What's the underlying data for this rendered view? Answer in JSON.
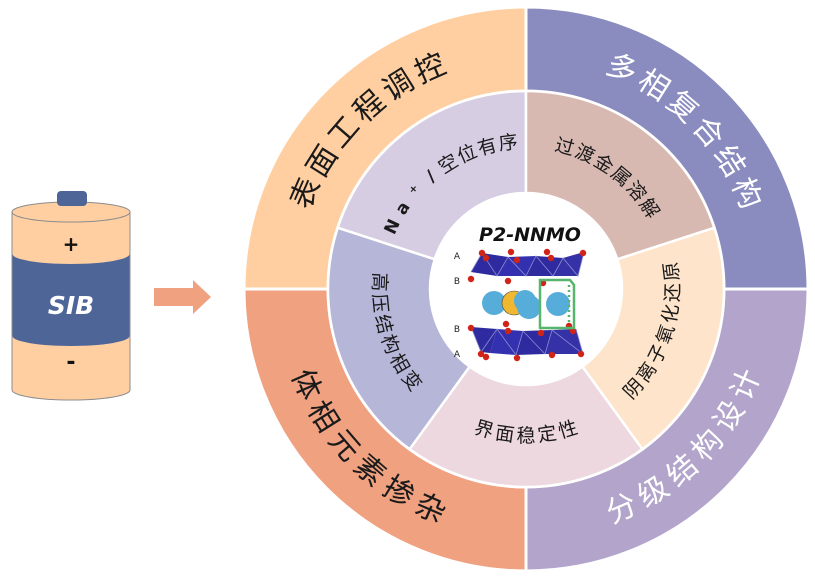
{
  "battery": {
    "label": "SIB",
    "positive_symbol": "+",
    "negative_symbol": "-",
    "colors": {
      "body": "#FFCFA1",
      "band": "#4E6598",
      "cap": "#4E6598",
      "outline": "#8C8C8C"
    }
  },
  "arrow": {
    "color": "#EFA180"
  },
  "center": {
    "title": "P2-NNMO",
    "layer_labels": [
      "A",
      "B",
      "B",
      "A"
    ]
  },
  "outer_ring": {
    "segments": [
      {
        "label": "表面工程调控",
        "color": "#FFCFA1",
        "text_color": "dark",
        "quadrant": "top-left"
      },
      {
        "label": "多相复合结构",
        "color": "#8A8BBE",
        "text_color": "light",
        "quadrant": "top-right"
      },
      {
        "label": "分级结构设计",
        "color": "#B2A4CA",
        "text_color": "light",
        "quadrant": "bottom-right"
      },
      {
        "label": "体相元素掺杂",
        "color": "#EFA180",
        "text_color": "dark",
        "quadrant": "bottom-left"
      }
    ]
  },
  "inner_ring": {
    "segments": [
      {
        "label": "Na⁺/空位有序",
        "color": "#D6CDE3",
        "position": "top-left"
      },
      {
        "label": "过渡金属溶解",
        "color": "#D8B9B2",
        "position": "top-right"
      },
      {
        "label": "阴离子氧化还原",
        "color": "#FEE4CA",
        "position": "right"
      },
      {
        "label": "界面稳定性",
        "color": "#EDD8DF",
        "position": "bottom"
      },
      {
        "label": "高压结构相变",
        "color": "#B5B6D8",
        "position": "left"
      }
    ]
  }
}
